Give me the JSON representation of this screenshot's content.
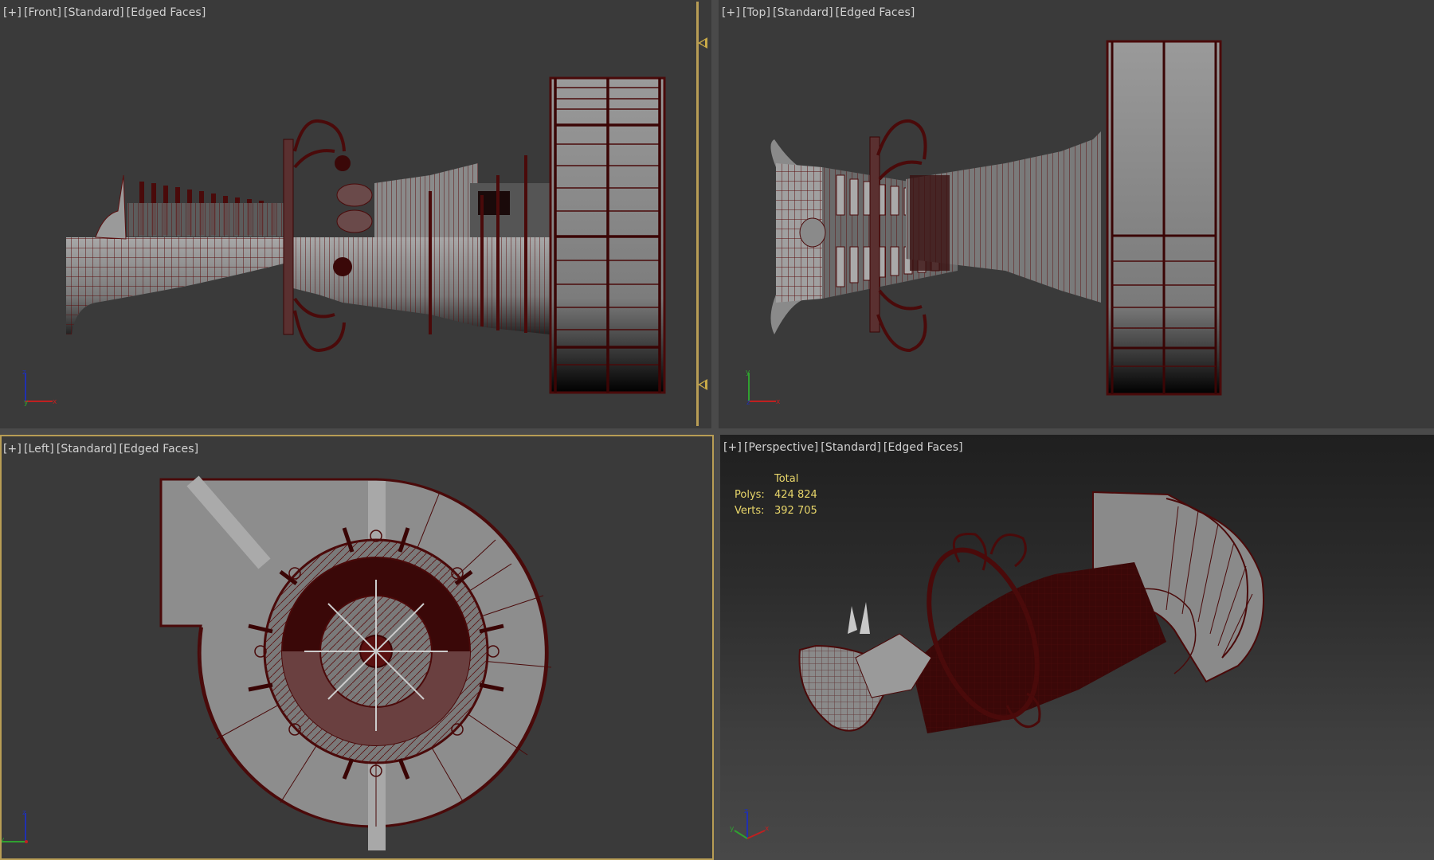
{
  "viewports": {
    "front": {
      "menu": "[+]",
      "view": "[Front]",
      "shading": "[Standard]",
      "mode": "[Edged Faces]",
      "gizmo": {
        "up_axis": "z",
        "right_axis": "x",
        "depth_axis": "y"
      }
    },
    "top": {
      "menu": "[+]",
      "view": "[Top]",
      "shading": "[Standard]",
      "mode": "[Edged Faces]",
      "gizmo": {
        "up_axis": "y",
        "right_axis": "x",
        "depth_axis": "z"
      }
    },
    "left": {
      "menu": "[+]",
      "view": "[Left]",
      "shading": "[Standard]",
      "mode": "[Edged Faces]",
      "active": true,
      "gizmo": {
        "up_axis": "z",
        "left_axis": "y",
        "depth_axis": "x"
      }
    },
    "perspective": {
      "menu": "[+]",
      "view": "[Perspective]",
      "shading": "[Standard]",
      "mode": "[Edged Faces]",
      "gizmo": {
        "up_axis": "z",
        "right_axis": "x",
        "left_axis": "y"
      },
      "stats": {
        "header": "Total",
        "polys_label": "Polys:",
        "polys_value": "424 824",
        "verts_label": "Verts:",
        "verts_value": "392 705"
      }
    }
  },
  "colors": {
    "viewport_bg": "#3a3a3a",
    "active_border": "#b89d55",
    "wire": "#5a1010",
    "stats_text": "#e8d66a",
    "label_text": "#d2d2d2",
    "axis_x": "#c02020",
    "axis_y": "#30a030",
    "axis_z": "#2030b0"
  }
}
